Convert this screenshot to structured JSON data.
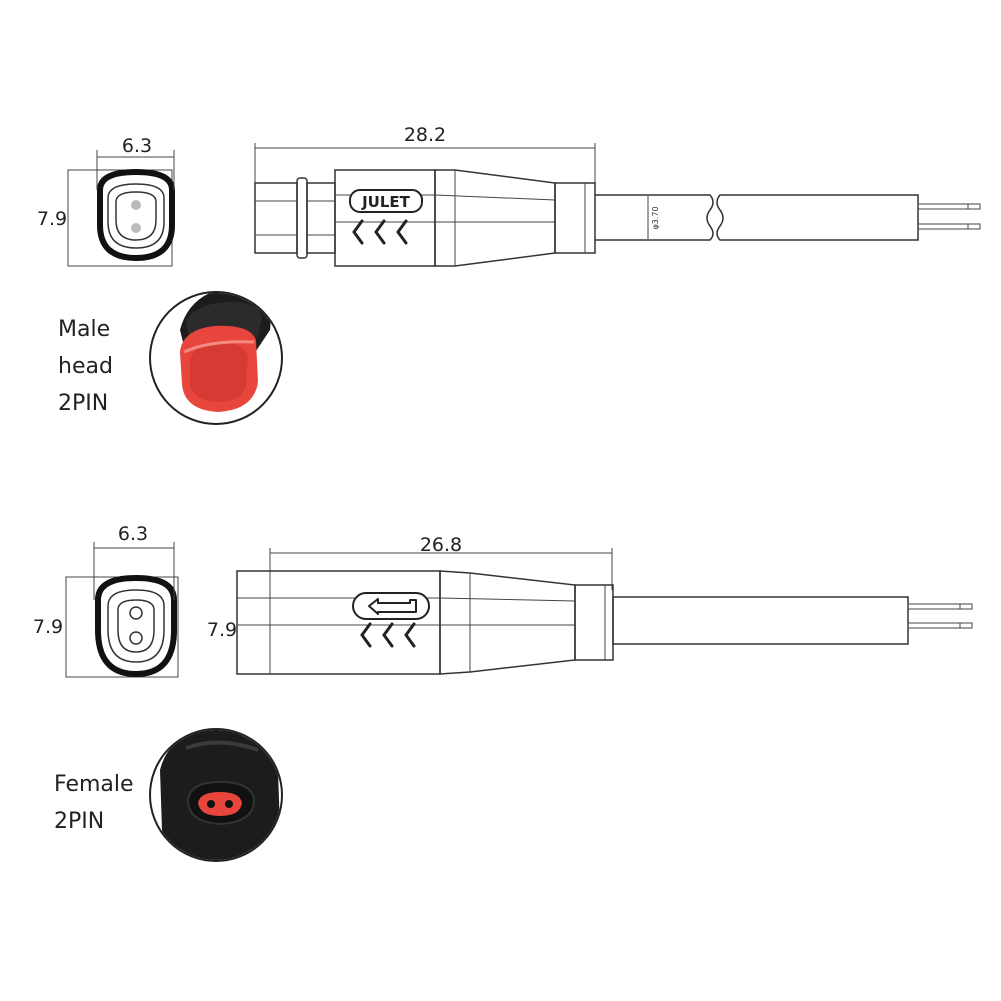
{
  "male": {
    "width_dim": "6.3",
    "height_dim": "7.9",
    "length_dim": "28.2",
    "cable_dia": "φ3.70",
    "brand_text": "JULET",
    "caption": [
      "Male",
      "head",
      "2PIN"
    ]
  },
  "female": {
    "width_dim": "6.3",
    "height_dim": "7.9",
    "body_height_dim": "7.9",
    "length_dim": "26.8",
    "caption": [
      "Female",
      "2PIN"
    ]
  },
  "colors": {
    "line": "#333333",
    "connector_red": "#e8453c",
    "connector_black": "#1c1c1c"
  }
}
